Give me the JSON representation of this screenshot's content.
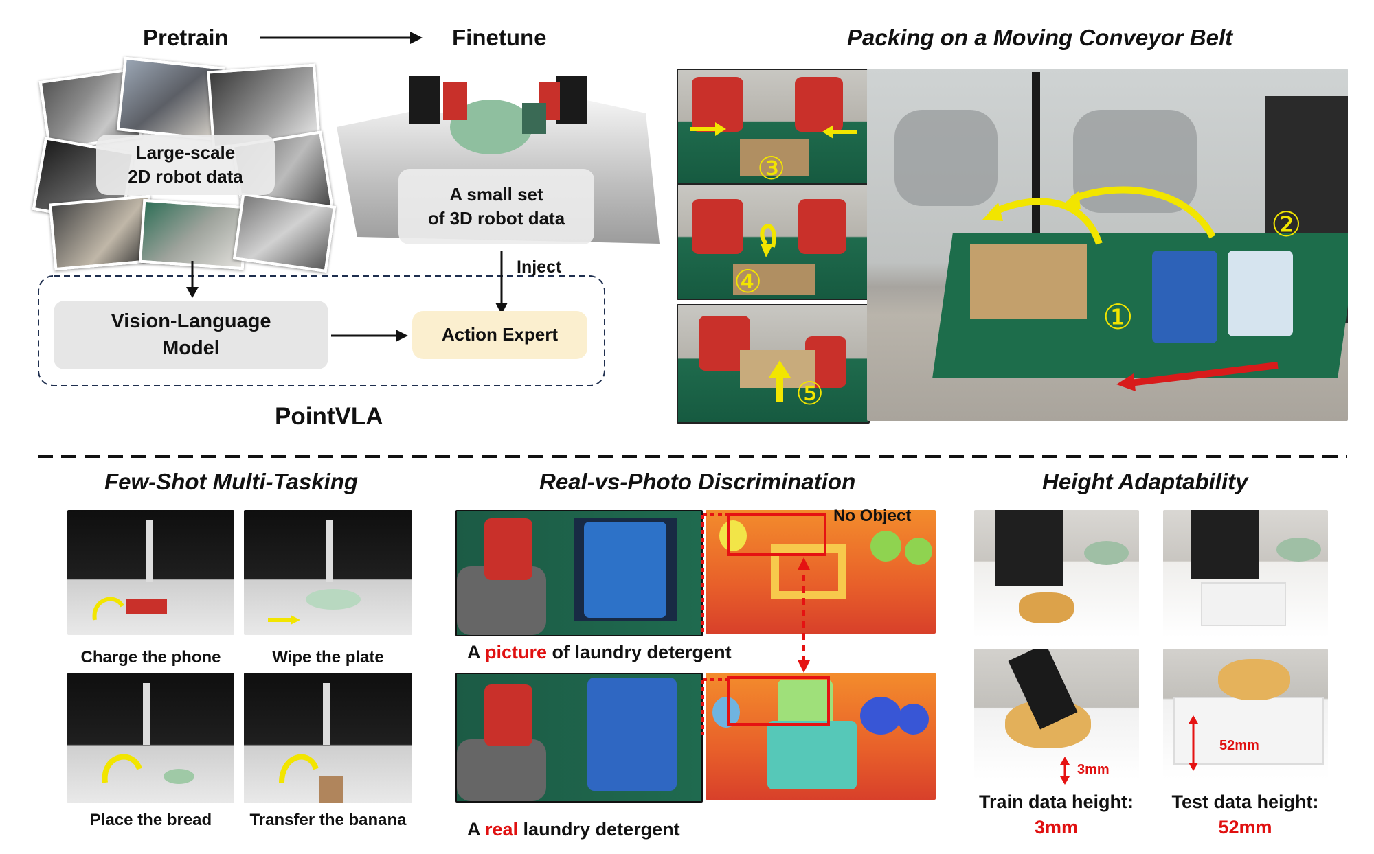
{
  "pipeline": {
    "pretrain_label": "Pretrain",
    "finetune_label": "Finetune",
    "large_scale_data": "Large-scale\n2D robot data",
    "small_set_data": "A small set\nof 3D robot data",
    "inject_label": "Inject",
    "vlm_label": "Vision-Language\nModel",
    "action_expert_label": "Action Expert",
    "system_name": "PointVLA"
  },
  "conveyor": {
    "title": "Packing on a Moving Conveyor Belt",
    "step_markers": [
      "③",
      "④",
      "⑤",
      "②",
      "①"
    ]
  },
  "few_shot": {
    "title": "Few-Shot Multi-Tasking",
    "tasks": [
      "Charge the phone",
      "Wipe the plate",
      "Place the bread",
      "Transfer the banana"
    ]
  },
  "real_vs_photo": {
    "title": "Real-vs-Photo Discrimination",
    "no_object_label": "No Object",
    "picture_caption": {
      "prefix": "A ",
      "highlight": "picture",
      "suffix": " of laundry detergent"
    },
    "real_caption": {
      "prefix": "A ",
      "highlight": "real",
      "suffix": " laundry detergent"
    }
  },
  "height": {
    "title": "Height Adaptability",
    "train_measure": "3mm",
    "test_measure": "52mm",
    "train_label": "Train data height:",
    "train_value": "3mm",
    "test_label": "Test data height:",
    "test_value": "52mm"
  },
  "colors": {
    "highlight_red": "#e01010",
    "marker_yellow": "#f2e500",
    "box_gray": "#e6e6e6",
    "expert_yellow": "#fbefcf"
  }
}
